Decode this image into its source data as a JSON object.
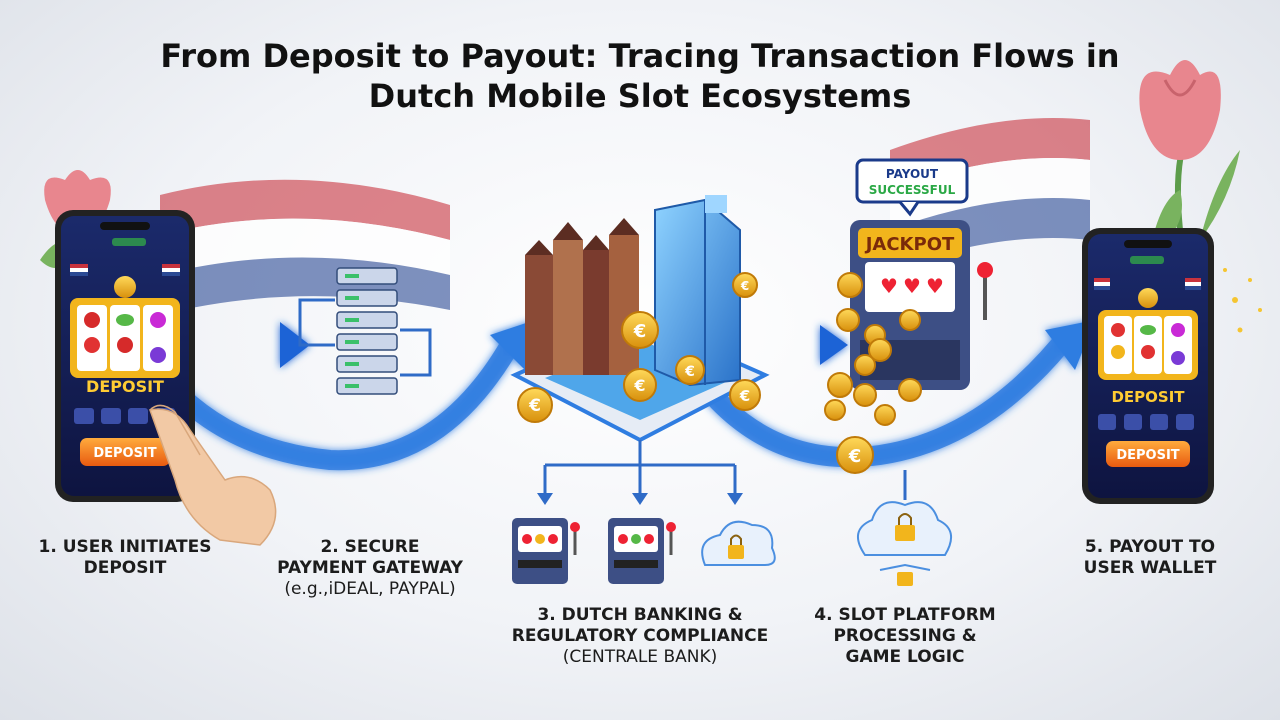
{
  "title": {
    "line1": "From Deposit to Payout: Tracing Transaction Flows in",
    "line2": "Dutch Mobile Slot Ecosystems"
  },
  "steps": [
    {
      "line1": "1. USER INITIATES",
      "line2": "DEPOSIT",
      "line3": ""
    },
    {
      "line1": "2. SECURE",
      "line2": "PAYMENT GATEWAY",
      "line3": "(e.g.,iDEAL, PAYPAL)"
    },
    {
      "line1": "3. DUTCH BANKING &",
      "line2": "REGULATORY COMPLIANCE",
      "line3": "(CENTRALE BANK)"
    },
    {
      "line1": "4. SLOT PLATFORM",
      "line2": "PROCESSING &",
      "line3": "GAME LOGIC"
    },
    {
      "line1": "5. PAYOUT TO",
      "line2": "USER WALLET",
      "line3": ""
    }
  ],
  "phone_left": {
    "deposit_banner": "DEPOSIT",
    "deposit_button": "DEPOSIT"
  },
  "phone_right": {
    "deposit_banner": "DEPOSIT",
    "deposit_button": "DEPOSIT"
  },
  "jackpot": {
    "sign": "JACKPOT",
    "bubble_line1": "PAYOUT",
    "bubble_line2": "SUCCESSFUL"
  },
  "coin_symbol": "€",
  "colors": {
    "flow_blue": "#2f7de1",
    "flag_red": "#c8333d",
    "flag_blue": "#2b4a94",
    "gold": "#f2b51c",
    "orange_button": "#f47a1f"
  }
}
